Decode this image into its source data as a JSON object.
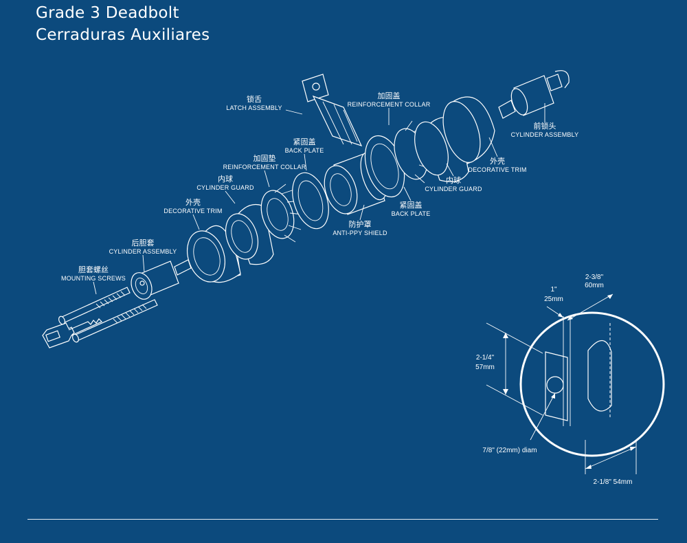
{
  "title": {
    "line1": "Grade 3 Deadbolt",
    "line2": "Cerraduras Auxiliares"
  },
  "parts": [
    {
      "zh": "锁舌",
      "en": "LATCH ASSEMBLY"
    },
    {
      "zh": "加固盖",
      "en": "REINFORCEMENT COLLAR"
    },
    {
      "zh": "前锁头",
      "en": "CYLINDER ASSEMBLY"
    },
    {
      "zh": "紧固盖",
      "en": "BACK PLATE"
    },
    {
      "zh": "加固垫",
      "en": "REINFORCEMENT COLLAR"
    },
    {
      "zh": "外壳",
      "en": "DECORATIVE TRIM"
    },
    {
      "zh": "内球",
      "en": "CYLINDER GUARD"
    },
    {
      "zh": "内球",
      "en": "CYLINDER GUARD"
    },
    {
      "zh": "外壳",
      "en": "DECORATIVE TRIM"
    },
    {
      "zh": "紧固盖",
      "en": "BACK PLATE"
    },
    {
      "zh": "后胆套",
      "en": "CYLINDER ASSEMBLY"
    },
    {
      "zh": "防护罩",
      "en": "ANTI-PPY SHIELD"
    },
    {
      "zh": "胆套螺丝",
      "en": "MOUNTING SCREWS"
    }
  ],
  "dimensions": {
    "backset_large": "2-3/8\"",
    "backset_large_mm": "60mm",
    "edge": "1\"",
    "edge_mm": "25mm",
    "height": "2-1/4\"",
    "height_mm": "57mm",
    "bolt_hole": "7/8\" (22mm) diam",
    "bore": "2-1/8\" 54mm"
  }
}
